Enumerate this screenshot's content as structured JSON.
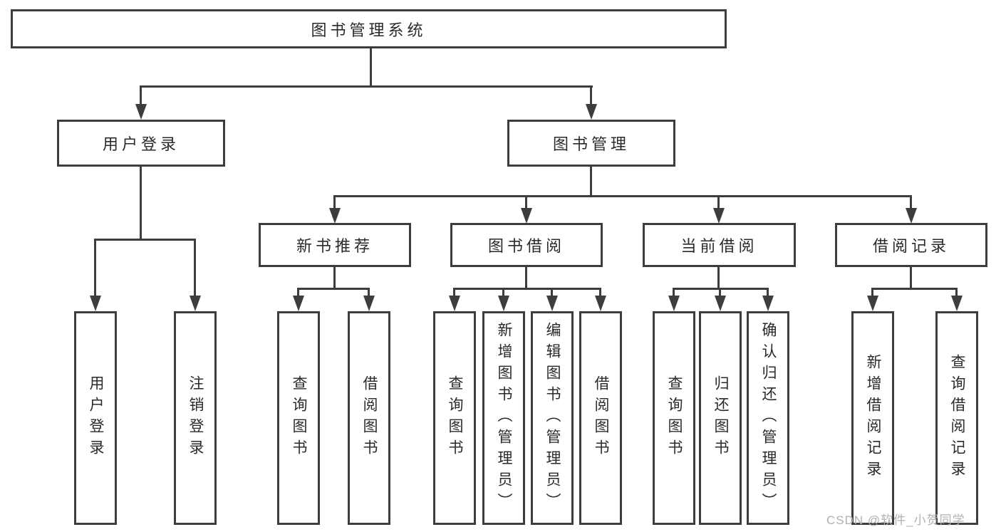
{
  "diagram": {
    "root": "图书管理系统",
    "user_login": {
      "label": "用户登录",
      "children": [
        "用户登录",
        "注销登录"
      ]
    },
    "book_management": {
      "label": "图书管理"
    },
    "new_book": {
      "label": "新书推荐",
      "children": [
        "查询图书",
        "借阅图书"
      ]
    },
    "book_borrow": {
      "label": "图书借阅",
      "children": [
        "查询图书",
        "新增图书（管理员）",
        "编辑图书（管理员）",
        "借阅图书"
      ]
    },
    "current_borrow": {
      "label": "当前借阅",
      "children": [
        "查询图书",
        "归还图书",
        "确认归还（管理员）"
      ]
    },
    "borrow_record": {
      "label": "借阅记录",
      "children": [
        "新增借阅记录",
        "查询借阅记录"
      ]
    }
  },
  "watermark": "CSDN @软件_小贺同学",
  "colors": {
    "line": "#3d3d3d",
    "text": "#2a2a2a",
    "watermark": "#b0b0b0",
    "background": "#ffffff"
  }
}
